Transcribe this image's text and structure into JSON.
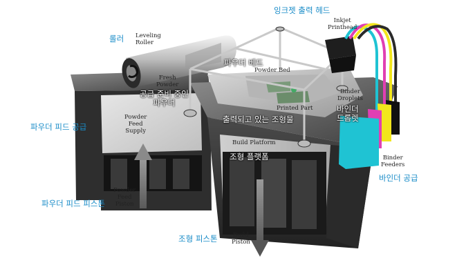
{
  "korean_labels": {
    "roller": "롤러",
    "inkjet_printhead": "잉크젯 출력 헤드",
    "powder_bed": "파우더 베드",
    "fresh_powder": "공급 준비 중인\n파우더",
    "printed_part": "출력되고 있는 조형물",
    "binder_droplets": "바인더\n드롭렛",
    "powder_feed_supply": "파우더 피드 공급",
    "build_platform": "조형 플랫폼",
    "binder_feeders": "바인더 공급",
    "powder_feed_piston": "파우더 피드 피스톤",
    "build_piston": "조형 피스톤"
  },
  "english_labels": {
    "leveling_roller": "Leveling\nRoller",
    "inkjet_printhead": "Inkjet\nPrinthead",
    "fresh_powder": "Fresh\nPowder",
    "powder_bed": "Powder Bed",
    "printed_part": "Printed Part",
    "binder_droplets": "Binder\nDroplets",
    "powder_feed_supply": "Powder\nFeed\nSupply",
    "build_platform": "Build Platform",
    "binder_feeders": "Binder\nFeeders",
    "powder_feed_piston": "Powder\nFeed\nPiston",
    "build_piston": "Build\nPiston"
  },
  "colors": {
    "label_blue": "#1a8cc8",
    "cyan": "#1fc3d3",
    "magenta": "#e03fb3",
    "yellow": "#f2e61c",
    "black": "#1c1c1c"
  }
}
